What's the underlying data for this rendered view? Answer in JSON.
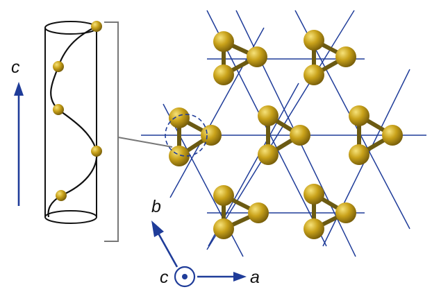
{
  "labels": {
    "helix_axis": "c",
    "in_plane_a": "a",
    "in_plane_b": "b",
    "out_of_plane": "c"
  },
  "colors": {
    "atom_fill": "#c9a21a",
    "atom_highlight": "#f6e27a",
    "atom_dark": "#6e5608",
    "bond": "#6b5a12",
    "lattice": "#1f3c99",
    "axis_arrow": "#1f3c99",
    "bracket": "#777777",
    "cylinder": "#111111"
  },
  "icons": [
    "sulfur-atom",
    "helix-chain",
    "unit-cell-cylinder",
    "out-of-plane-dot"
  ]
}
